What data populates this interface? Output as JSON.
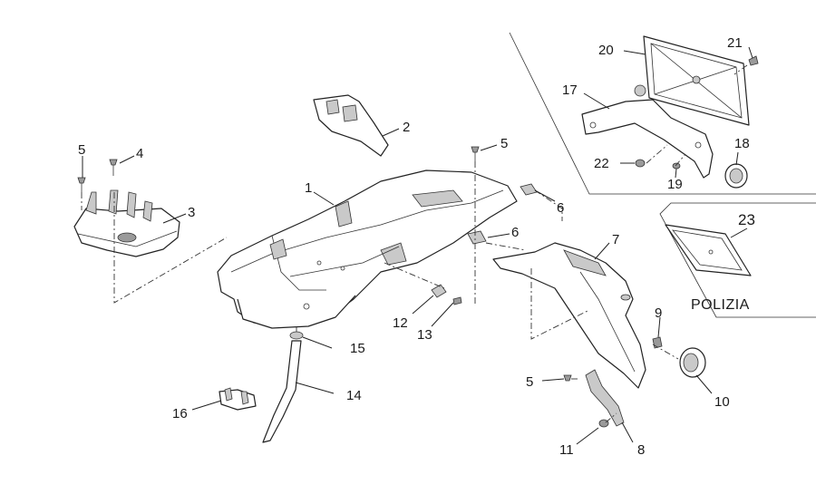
{
  "callouts": {
    "c1": "1",
    "c2": "2",
    "c3": "3",
    "c4": "4",
    "c5a": "5",
    "c5b": "5",
    "c5c": "5",
    "c6a": "6",
    "c6b": "6",
    "c7": "7",
    "c8": "8",
    "c9": "9",
    "c10": "10",
    "c11": "11",
    "c12": "12",
    "c13": "13",
    "c14": "14",
    "c15": "15",
    "c16": "16",
    "c17": "17",
    "c18": "18",
    "c19": "19",
    "c20": "20",
    "c21": "21",
    "c22": "22",
    "c23": "23"
  },
  "plate_caption": "POLIZIA",
  "colors": {
    "line": "#222222",
    "shade": "#c9c9c9",
    "shade_dark": "#9a9a9a"
  }
}
